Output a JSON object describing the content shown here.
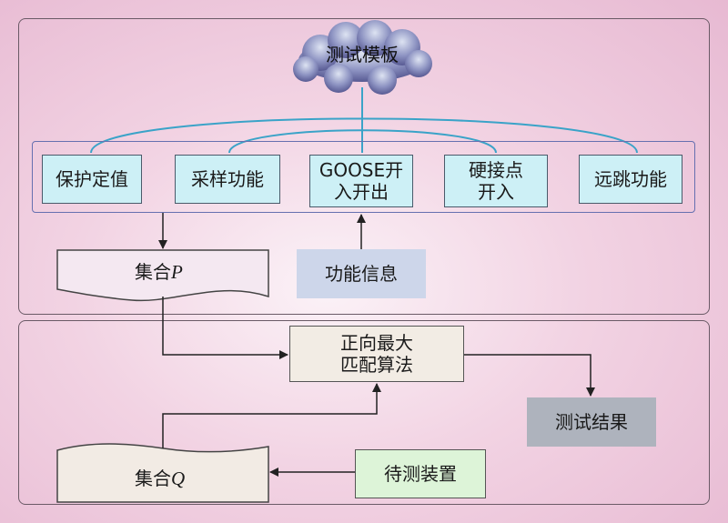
{
  "cloud": {
    "label": "测试模板"
  },
  "functions": [
    {
      "label": "保护定值"
    },
    {
      "label": "采样功能"
    },
    {
      "label": "GOOSE开\n入开出"
    },
    {
      "label": "硬接点\n开入"
    },
    {
      "label": "远跳功能"
    }
  ],
  "set_p": {
    "prefix": "集合",
    "var": "P"
  },
  "set_q": {
    "prefix": "集合",
    "var": "Q"
  },
  "function_info": "功能信息",
  "algorithm": "正向最大\n匹配算法",
  "test_result": "测试结果",
  "device_under_test": "待测装置",
  "colors": {
    "cloud": "#6b6fa8",
    "function_box": "#cdf0f6",
    "connector": "#3aa3c8",
    "arrow": "#222222"
  }
}
